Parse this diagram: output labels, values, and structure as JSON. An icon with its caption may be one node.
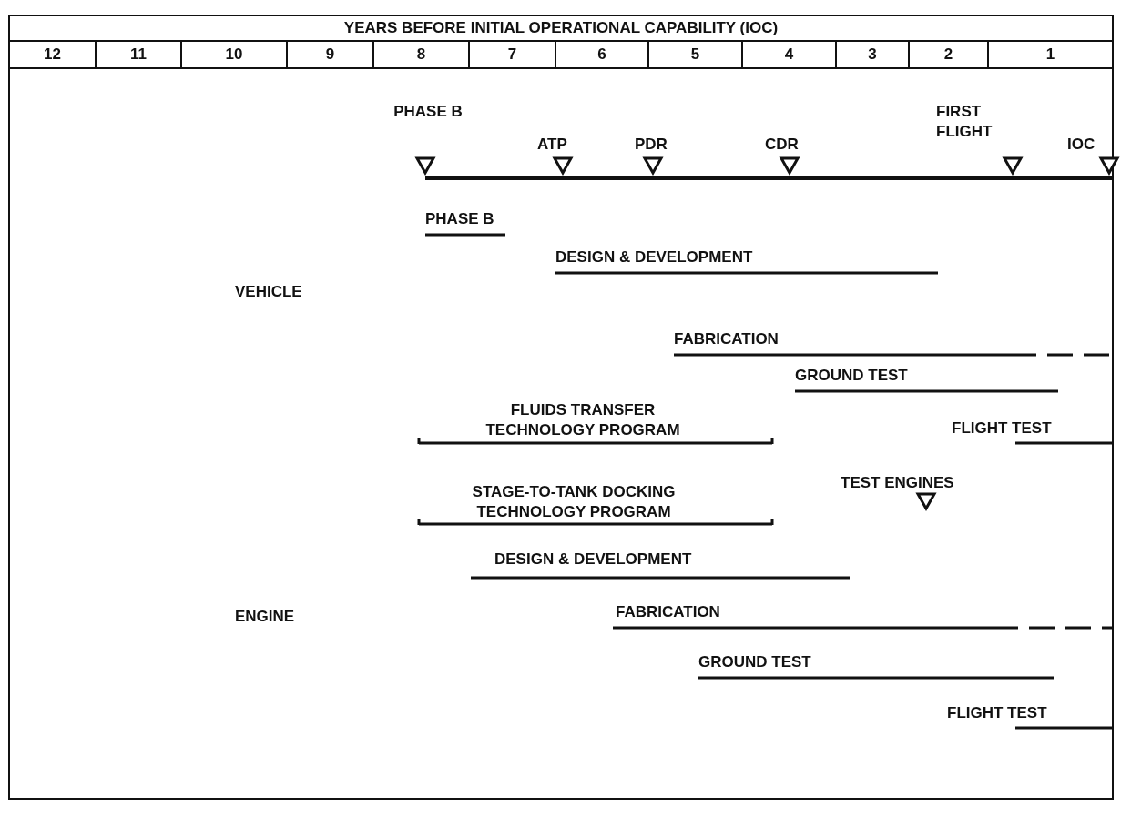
{
  "diagram": {
    "title": "YEARS BEFORE INITIAL OPERATIONAL CAPABILITY (IOC)",
    "labels": [
      "12",
      "11",
      "10",
      "9",
      "8",
      "7",
      "6",
      "5",
      "4",
      "3",
      "2",
      "1",
      "PHASE B",
      "ATP",
      "PDR",
      "CDR",
      "FIRST FLIGHT",
      "IOC",
      "PHASE B",
      "DESIGN & DEVELOPMENT",
      "VEHICLE",
      "FABRICATION",
      "GROUND TEST",
      "FLIGHT TEST",
      "FLUIDS TRANSFER TECHNOLOGY PROGRAM",
      "TEST ENGINES",
      "STAGE-TO-TANK DOCKING TECHNOLOGY PROGRAM",
      "DESIGN & DEVELOPMENT",
      "ENGINE",
      "FABRICATION",
      "GROUND TEST",
      "FLIGHT TEST"
    ]
  }
}
